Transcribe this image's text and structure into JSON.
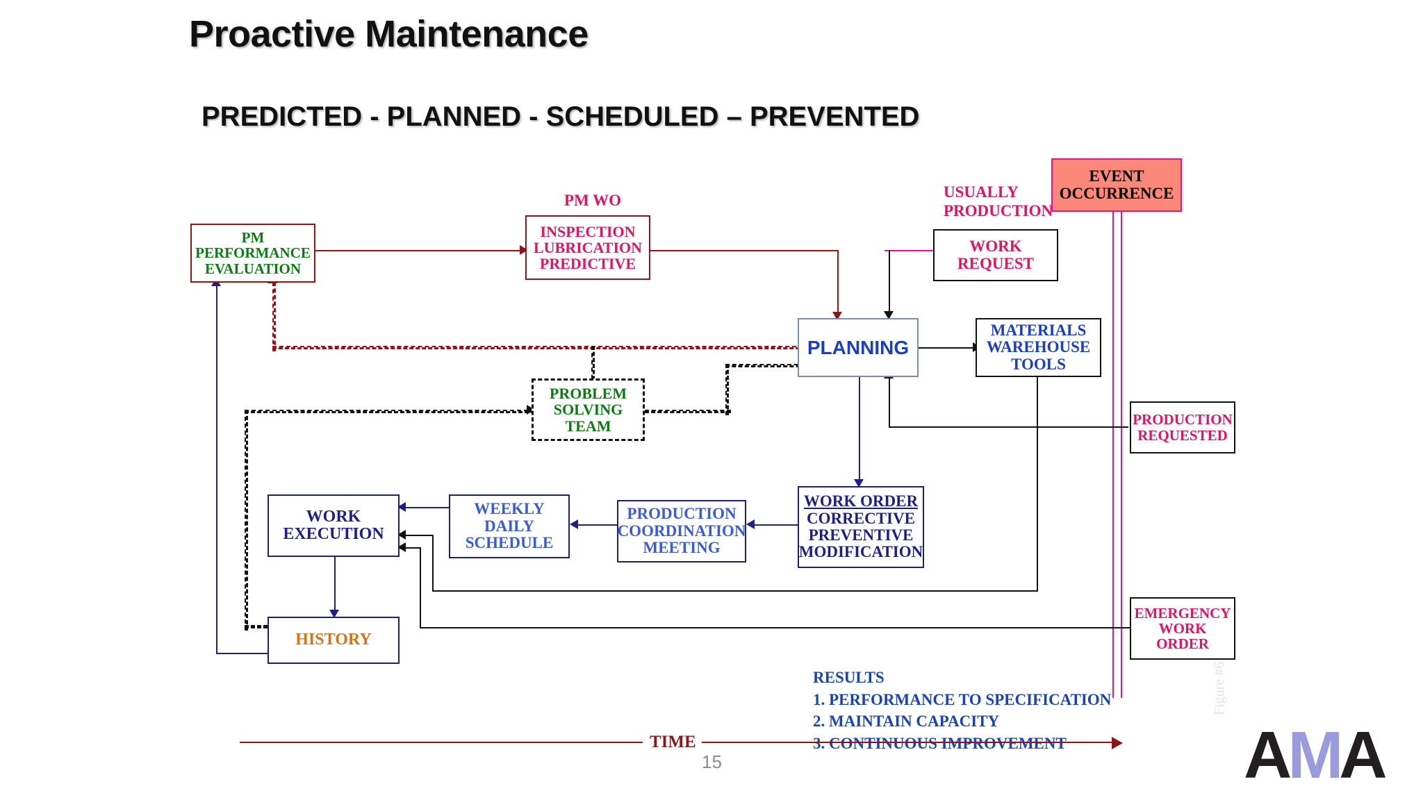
{
  "slide": {
    "title": "Proactive Maintenance",
    "subtitle": "PREDICTED - PLANNED - SCHEDULED – PREVENTED",
    "page_number": "15",
    "figure_caption": "Figure #6"
  },
  "labels": {
    "pm_wo": "PM WO",
    "usually": "USUALLY",
    "production": "PRODUCTION",
    "time": "TIME"
  },
  "boxes": {
    "pm_performance": {
      "l1": "PM",
      "l2": "PERFORMANCE",
      "l3": "EVALUATION"
    },
    "inspection": {
      "l1": "INSPECTION",
      "l2": "LUBRICATION",
      "l3": "PREDICTIVE"
    },
    "event_occurrence": {
      "l1": "EVENT",
      "l2": "OCCURRENCE"
    },
    "work_request": {
      "l1": "WORK",
      "l2": "REQUEST"
    },
    "planning": {
      "l1": "PLANNING"
    },
    "materials": {
      "l1": "MATERIALS",
      "l2": "WAREHOUSE",
      "l3": "TOOLS"
    },
    "problem_solving": {
      "l1": "PROBLEM",
      "l2": "SOLVING",
      "l3": "TEAM"
    },
    "production_requested": {
      "l1": "PRODUCTION",
      "l2": "REQUESTED"
    },
    "work_order": {
      "l1": "WORK ORDER",
      "l2": "CORRECTIVE",
      "l3": "PREVENTIVE",
      "l4": "MODIFICATION"
    },
    "production_coordination": {
      "l1": "PRODUCTION",
      "l2": "COORDINATION",
      "l3": "MEETING"
    },
    "weekly_schedule": {
      "l1": "WEEKLY",
      "l2": "DAILY",
      "l3": "SCHEDULE"
    },
    "work_execution": {
      "l1": "WORK",
      "l2": "EXECUTION"
    },
    "history": {
      "l1": "HISTORY"
    },
    "emergency_work_order": {
      "l1": "EMERGENCY",
      "l2": "WORK",
      "l3": "ORDER"
    }
  },
  "results": {
    "title": "RESULTS",
    "items": [
      "1.  PERFORMANCE TO SPECIFICATION",
      "2.  MAINTAIN CAPACITY",
      "3.  CONTINUOUS IMPROVEMENT"
    ]
  },
  "logo": {
    "a1": "A",
    "m": "M",
    "a2": "A"
  },
  "colors": {
    "dark_red": "#8d1616",
    "crimson": "#e4125f",
    "magenta": "#ec0f8c",
    "green": "#0a7d12",
    "navy": "#1f1f8c",
    "blue": "#1a3ec8",
    "royal": "#3b5bdb",
    "orange": "#d4741a",
    "salmon_fill": "#fb8878",
    "black": "#111111"
  }
}
